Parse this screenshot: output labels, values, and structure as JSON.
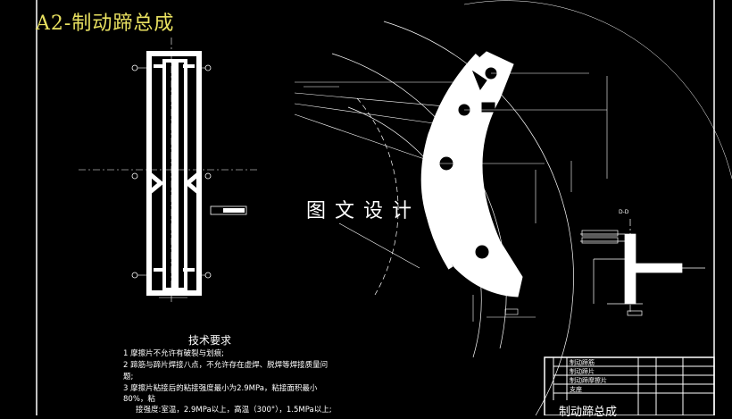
{
  "drawing": {
    "title": "A2-制动蹄总成",
    "watermark": "图文设计",
    "section_label": "D-D",
    "technical_requirements": {
      "heading": "技术要求",
      "items": [
        "1  摩擦片不允许有破裂与划痕;",
        "2  蹄筋与蹄片焊接八点，不允许存在虚焊、脱焊等焊接质量问",
        "题;",
        "3  摩擦片粘接后的粘接强度最小为2.9MPa，粘接面积最小",
        "80%，粘",
        "接强度:室温，2.9MPa以上，高温（300°），1.5MPa以上;"
      ]
    },
    "title_block": {
      "name": "制动蹄总成",
      "rows": [
        "制动蹄筋",
        "制动蹄片",
        "制动蹄摩擦片",
        "支座"
      ]
    }
  }
}
